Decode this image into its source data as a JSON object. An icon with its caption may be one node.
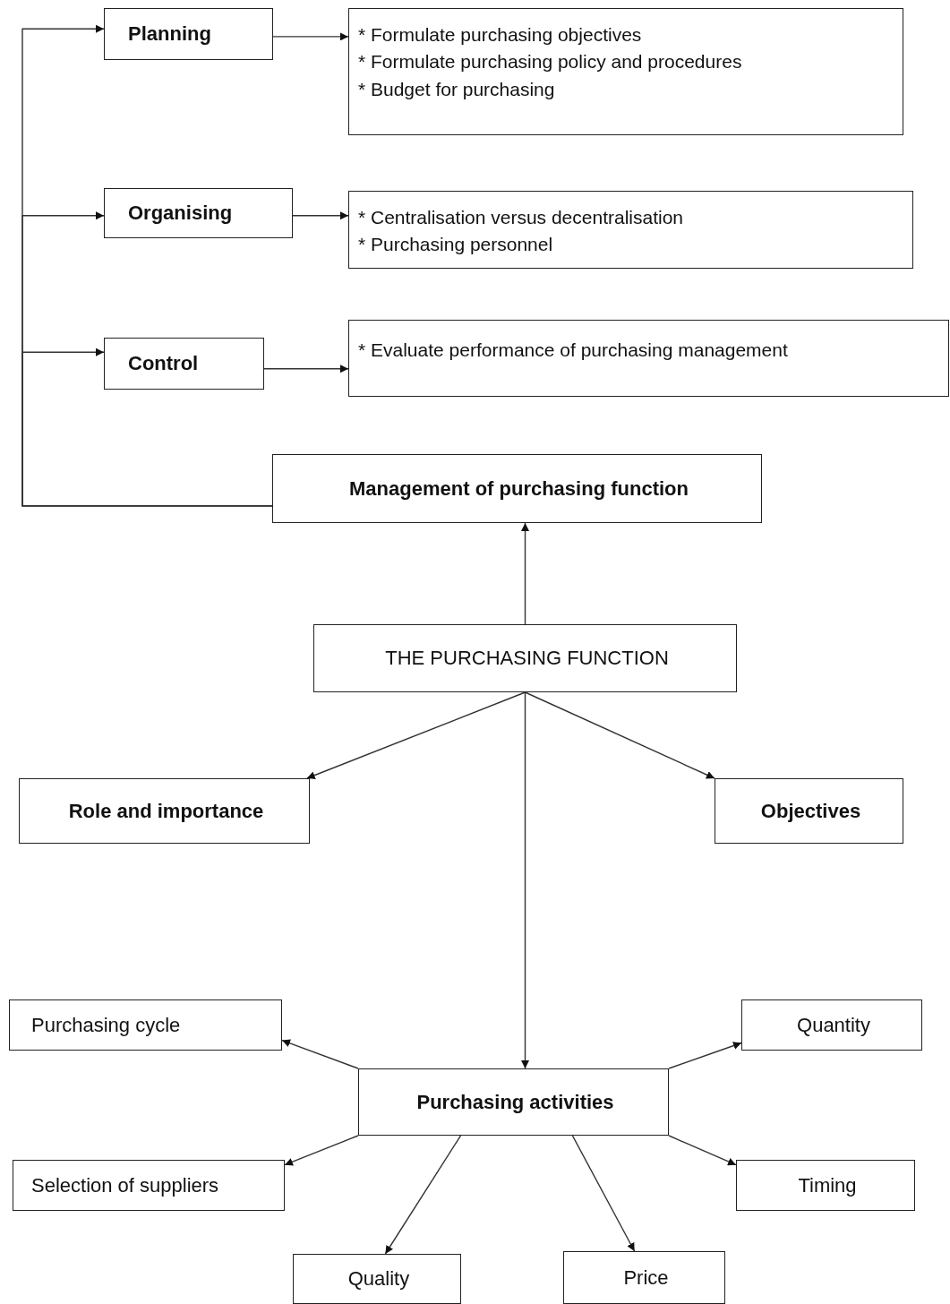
{
  "diagram": {
    "nodes": [
      {
        "text": [
          "Planning"
        ]
      },
      {
        "text": [
          "* Formulate purchasing objectives",
          "* Formulate purchasing policy and procedures",
          "* Budget for purchasing"
        ]
      },
      {
        "text": [
          "Organising"
        ]
      },
      {
        "text": [
          "* Centralisation versus decentralisation",
          "* Purchasing personnel"
        ]
      },
      {
        "text": [
          "Control"
        ]
      },
      {
        "text": [
          "* Evaluate performance of purchasing management"
        ]
      },
      {
        "text": [
          "Management of purchasing function"
        ]
      },
      {
        "text": [
          "THE PURCHASING FUNCTION"
        ]
      },
      {
        "text": [
          "Role and importance"
        ]
      },
      {
        "text": [
          "Objectives"
        ]
      },
      {
        "text": [
          "Purchasing cycle"
        ]
      },
      {
        "text": [
          "Quantity"
        ]
      },
      {
        "text": [
          "Purchasing activities"
        ]
      },
      {
        "text": [
          "Selection of suppliers"
        ]
      },
      {
        "text": [
          "Timing"
        ]
      },
      {
        "text": [
          "Quality"
        ]
      },
      {
        "text": [
          "Price"
        ]
      }
    ],
    "edges": [
      {
        "from": 6,
        "to": 0,
        "arrow": "to"
      },
      {
        "from": 0,
        "to": 1,
        "arrow": "to"
      },
      {
        "from": 6,
        "to": 2,
        "arrow": "to"
      },
      {
        "from": 2,
        "to": 3,
        "arrow": "to"
      },
      {
        "from": 6,
        "to": 4,
        "arrow": "to"
      },
      {
        "from": 4,
        "to": 5,
        "arrow": "to"
      },
      {
        "from": 7,
        "to": 6,
        "arrow": "to"
      },
      {
        "from": 7,
        "to": 8,
        "arrow": "to"
      },
      {
        "from": 7,
        "to": 9,
        "arrow": "to"
      },
      {
        "from": 7,
        "to": 12,
        "arrow": "to"
      },
      {
        "from": 12,
        "to": 10,
        "arrow": "to"
      },
      {
        "from": 12,
        "to": 11,
        "arrow": "to"
      },
      {
        "from": 12,
        "to": 13,
        "arrow": "to"
      },
      {
        "from": 12,
        "to": 14,
        "arrow": "to"
      },
      {
        "from": 12,
        "to": 15,
        "arrow": "to"
      },
      {
        "from": 12,
        "to": 16,
        "arrow": "to"
      }
    ]
  }
}
